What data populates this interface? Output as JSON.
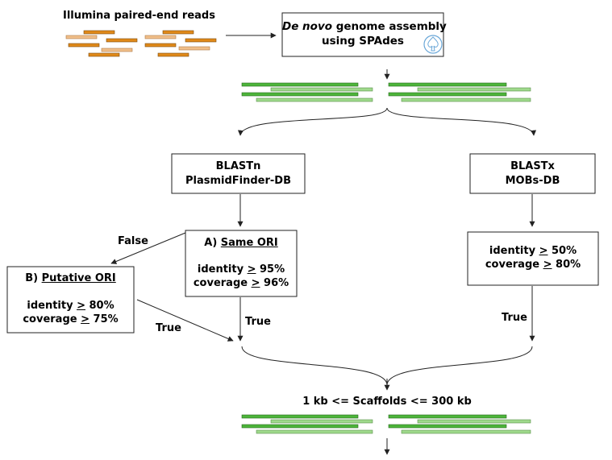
{
  "input_label": "Illumina paired-end reads",
  "assembly": {
    "title_italic": "De novo",
    "title_rest": " genome assembly",
    "line2": "using SPAdes"
  },
  "blastn": {
    "line1": "BLASTn",
    "line2": "PlasmidFinder-DB"
  },
  "blastx": {
    "line1": "BLASTx",
    "line2": "MOBs-DB"
  },
  "same_ori": {
    "prefix": "A) ",
    "title": "Same ORI",
    "identity_label": "identity ",
    "identity_sym": ">",
    "identity_value": " 95%",
    "coverage_label": "coverage ",
    "coverage_sym": ">",
    "coverage_value": " 96%"
  },
  "putative_ori": {
    "prefix": "B) ",
    "title": "Putative ORI",
    "identity_label": "identity ",
    "identity_sym": ">",
    "identity_value": " 80%",
    "coverage_label": "coverage ",
    "coverage_sym": ">",
    "coverage_value": " 75%"
  },
  "mob_filter": {
    "identity_label": "identity ",
    "identity_sym": ">",
    "identity_value": " 50%",
    "coverage_label": "coverage ",
    "coverage_sym": ">",
    "coverage_value": " 80%"
  },
  "edge_labels": {
    "false": "False",
    "true_same": "True",
    "true_putative": "True",
    "true_mob": "True"
  },
  "output_label": "1 kb <= Scaffolds <= 300 kb",
  "colors": {
    "read_dark": "#e08a1a",
    "read_light": "#f0bf8a",
    "contig_dark": "#4db53a",
    "contig_light": "#9fd98c",
    "spades_logo": "#6aa7d8"
  }
}
